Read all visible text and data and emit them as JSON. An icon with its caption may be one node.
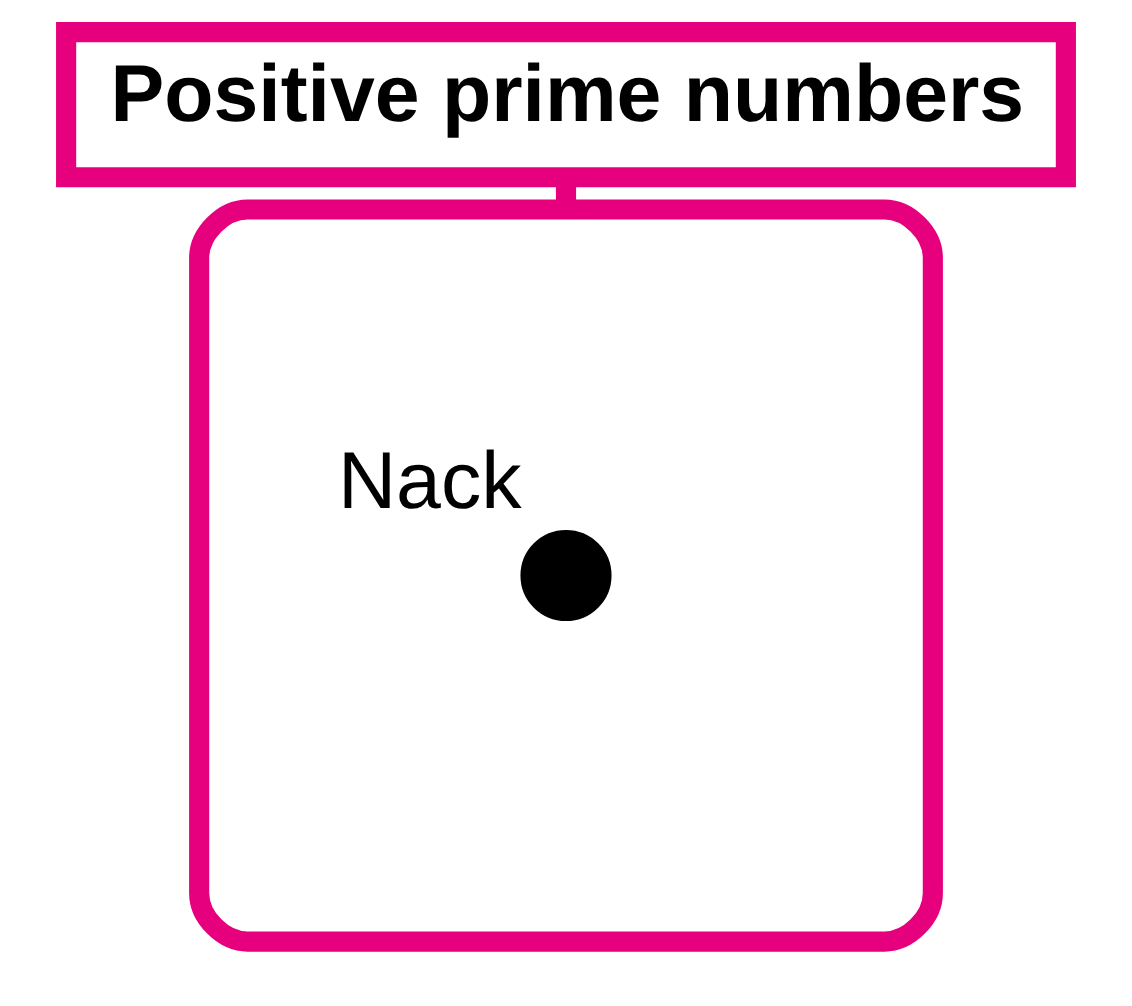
{
  "diagram": {
    "nodes": [
      {
        "text": [
          "Positive prime numbers"
        ]
      },
      {
        "text": [],
        "shape": "ellipse"
      },
      {
        "text": [
          "Nack"
        ],
        "in": 1
      }
    ],
    "edges": [
      {
        "from": 0,
        "to": 1,
        "arrow": "none"
      }
    ]
  }
}
